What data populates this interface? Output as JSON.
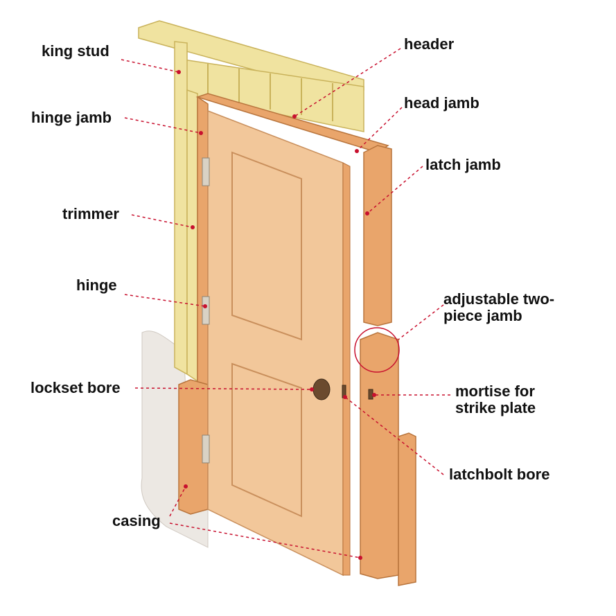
{
  "colors": {
    "lumber": "#f0e3a0",
    "lumber_edge": "#c9b25a",
    "door": "#f2c79a",
    "door_edge": "#c98f5c",
    "jamb": "#e9a56b",
    "jamb_edge": "#b8743c",
    "wall": "#ece8e3",
    "leader": "#c8102e",
    "text": "#111111"
  },
  "labels": {
    "king_stud": "king stud",
    "hinge_jamb": "hinge jamb",
    "trimmer": "trimmer",
    "hinge": "hinge",
    "lockset_bore": "lockset bore",
    "casing": "casing",
    "header": "header",
    "head_jamb": "head jamb",
    "latch_jamb": "latch jamb",
    "adjustable_line1": "adjustable two-",
    "adjustable_line2": "piece jamb",
    "mortise_line1": "mortise for",
    "mortise_line2": "strike plate",
    "latchbolt_bore": "latchbolt bore"
  }
}
